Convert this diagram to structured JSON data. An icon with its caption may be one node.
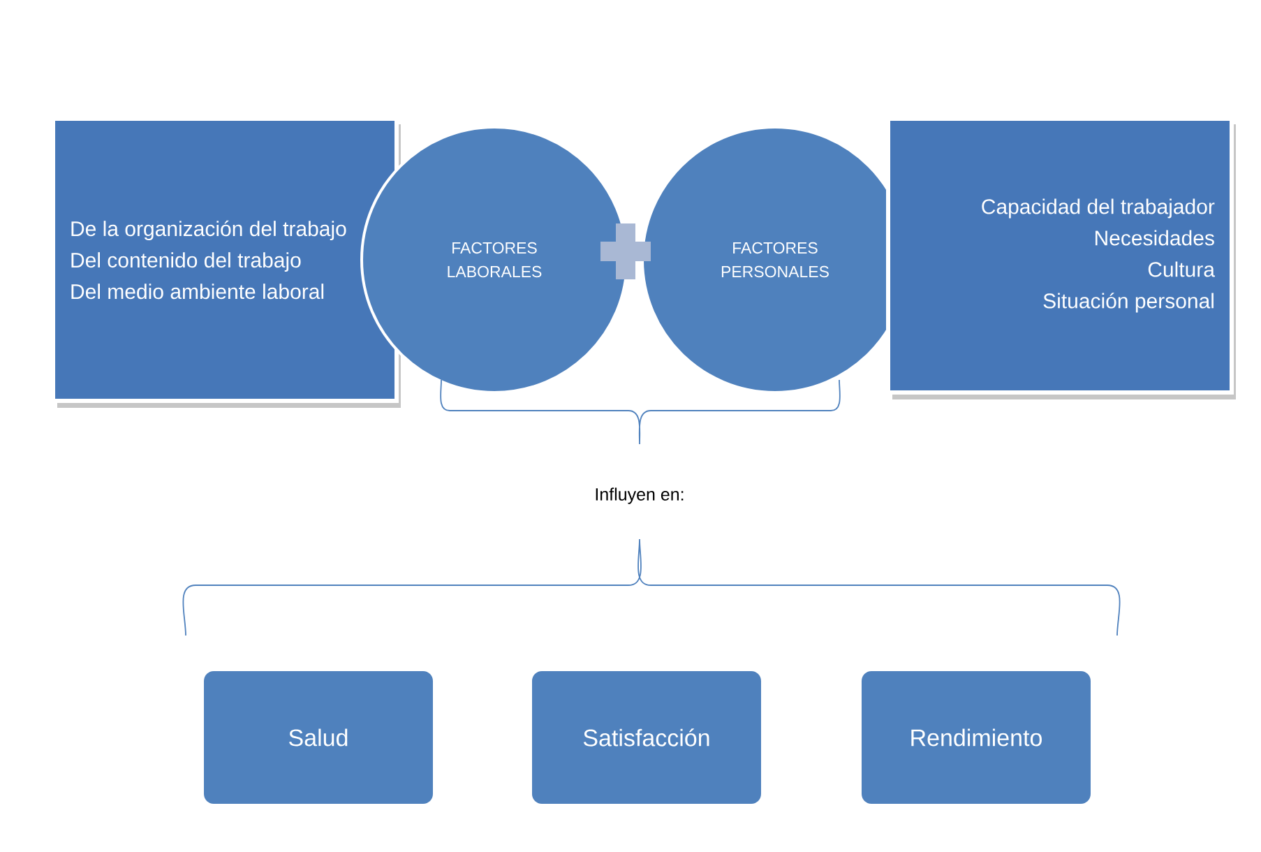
{
  "diagram": {
    "nodes": [
      {
        "text": [
          "De la organización del trabajo",
          "Del contenido del trabajo",
          "Del medio ambiente laboral"
        ]
      },
      {
        "text": [
          "FACTORES LABORALES"
        ]
      },
      {
        "text": [
          "FACTORES PERSONALES"
        ]
      },
      {
        "text": [
          "Capacidad del trabajador",
          "Necesidades",
          "Cultura",
          "Situación personal"
        ]
      },
      {
        "text": [
          "Salud"
        ]
      },
      {
        "text": [
          "Satisfacción"
        ]
      },
      {
        "text": [
          "Rendimiento"
        ]
      }
    ],
    "labels": [
      "Influyen en:"
    ]
  }
}
